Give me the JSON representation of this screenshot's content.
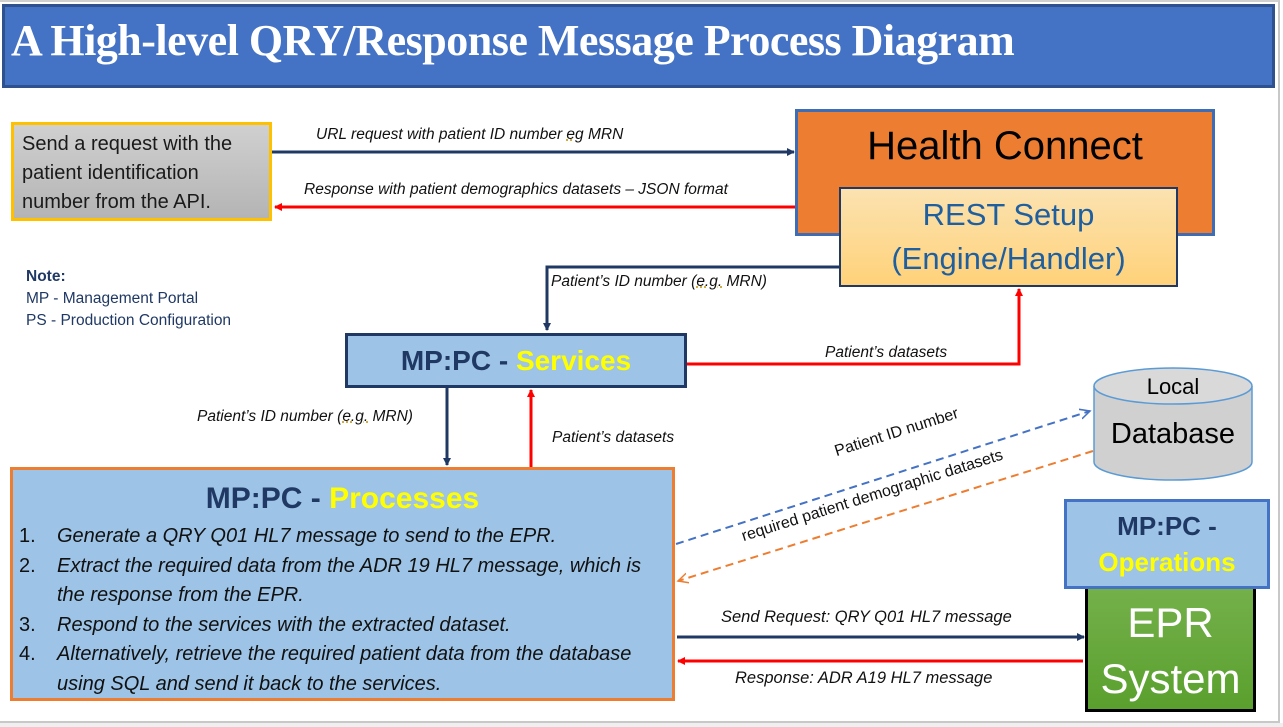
{
  "title": "A High-level QRY/Response Message Process Diagram",
  "colors": {
    "title_bg": "#4472c4",
    "request_arrow": "#1f3864",
    "response_arrow": "#ff0000",
    "highlight_text": "#ffff00",
    "db_request_dashed": "#4472c4",
    "db_response_dashed": "#ed7d31"
  },
  "api_box": {
    "text": "Send a request with the patient identification number from the API."
  },
  "health_connect": {
    "title": "Health Connect"
  },
  "rest_setup": {
    "line1": "REST Setup",
    "line2": "(Engine/Handler)"
  },
  "note": {
    "heading": "Note:",
    "lines": [
      "MP - Management Portal",
      "PS  - Production Configuration"
    ]
  },
  "services": {
    "prefix": "MP:PC - ",
    "name": "Services"
  },
  "processes": {
    "prefix": "MP:PC - ",
    "name": "Processes",
    "items": [
      {
        "num": "1.",
        "text": "Generate a QRY Q01 HL7 message to send to the EPR."
      },
      {
        "num": "2.",
        "text": "Extract the required data from the ADR 19 HL7 message, which is the response from the EPR."
      },
      {
        "num": "3.",
        "text": "Respond to the services with the extracted dataset."
      },
      {
        "num": "4.",
        "text": "Alternatively, retrieve the required patient data from the database using SQL and send it back to the services."
      }
    ]
  },
  "database": {
    "line1": "Local",
    "line2": "Database"
  },
  "operations": {
    "prefix": "MP:PC -",
    "name": "Operations"
  },
  "epr": {
    "line1": "EPR",
    "line2": "System"
  },
  "arrow_labels": {
    "url_request_pre": "URL request with patient ID number ",
    "url_request_eg": "eg",
    "url_request_post": " MRN",
    "json_response": "Response with patient demographics datasets – JSON format",
    "rest_to_services_pre": "Patient’s ID number (",
    "rest_to_services_eg": "e.g.",
    "rest_to_services_post": " MRN)",
    "services_to_rest": "Patient’s datasets",
    "services_to_processes_pre": "Patient’s ID number (",
    "services_to_processes_eg": "e.g.",
    "services_to_processes_post": " MRN)",
    "processes_to_services": "Patient’s  datasets",
    "to_database": "Patient ID number",
    "from_database": "required patient demographic datasets",
    "send_request": "Send Request: QRY Q01 HL7 message",
    "response_adr": "Response: ADR A19 HL7 message"
  }
}
